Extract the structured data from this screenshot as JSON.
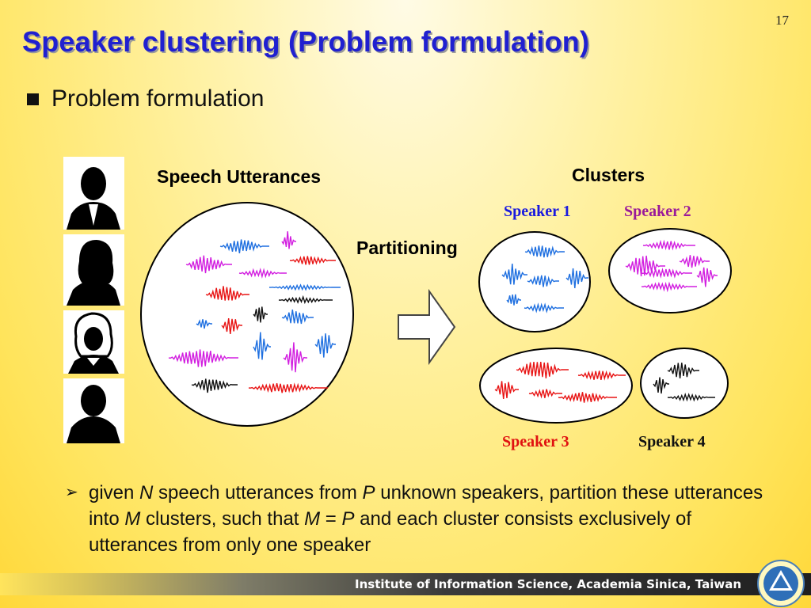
{
  "page_number": "17",
  "title": "Speaker clustering (Problem formulation)",
  "bullet": "Problem formulation",
  "diagram": {
    "speech_utterances_label": "Speech Utterances",
    "partitioning_label": "Partitioning",
    "clusters_label": "Clusters",
    "speakers": [
      {
        "label": "Speaker 1",
        "color": "#1a1adf"
      },
      {
        "label": "Speaker 2",
        "color": "#9a1a9a"
      },
      {
        "label": "Speaker 3",
        "color": "#e01010"
      },
      {
        "label": "Speaker 4",
        "color": "#111111"
      }
    ],
    "waveform_colors": {
      "blue": "#1e6fe0",
      "magenta": "#d21ee0",
      "red": "#e81414",
      "black": "#111111"
    },
    "silhouette_icons": [
      "man-silhouette-icon",
      "woman-silhouette-icon",
      "woman-curly-hair-silhouette-icon",
      "boy-silhouette-icon"
    ]
  },
  "description": {
    "p1": "given ",
    "var_n": "N",
    "p2": " speech utterances from ",
    "var_p": "P",
    "p3": " unknown speakers, partition these utterances into ",
    "var_m": "M",
    "p4": " clusters, such that ",
    "var_m2": "M",
    "p5": " = ",
    "var_p2": "P",
    "p6": " and each cluster consists exclusively of utterances from only one speaker"
  },
  "footer": "Institute of Information Science, Academia Sinica, Taiwan",
  "logo_icon": "academia-sinica-logo-icon"
}
